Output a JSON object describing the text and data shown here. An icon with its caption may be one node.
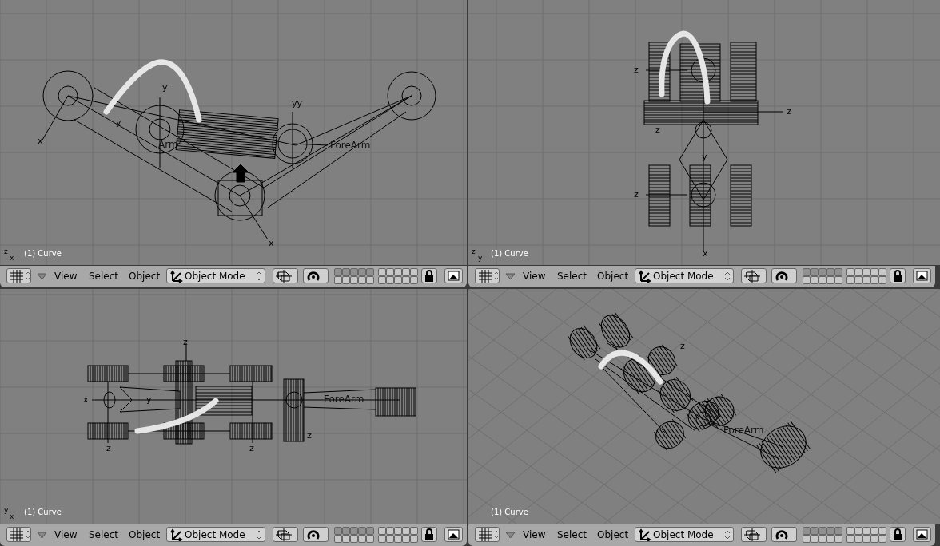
{
  "diagram": {
    "labels": [
      "y",
      "y",
      "x",
      "Arm",
      "yy",
      "ForeArm",
      "x",
      "z",
      "x",
      "(1) Curve",
      "View",
      "Select",
      "Object",
      "Object Mode",
      "z",
      "z",
      "z",
      "y",
      "z",
      "x",
      "z",
      "y",
      "(1) Curve",
      "View",
      "Select",
      "Object",
      "Object Mode",
      "z",
      "x",
      "y",
      "ForeArm",
      "z",
      "z",
      "z",
      "y",
      "x",
      "(1) Curve",
      "View",
      "Select",
      "Object",
      "Object Mode",
      "z",
      "ForeArm",
      "(1) Curve",
      "View",
      "Select",
      "Object",
      "Object Mode"
    ]
  }
}
